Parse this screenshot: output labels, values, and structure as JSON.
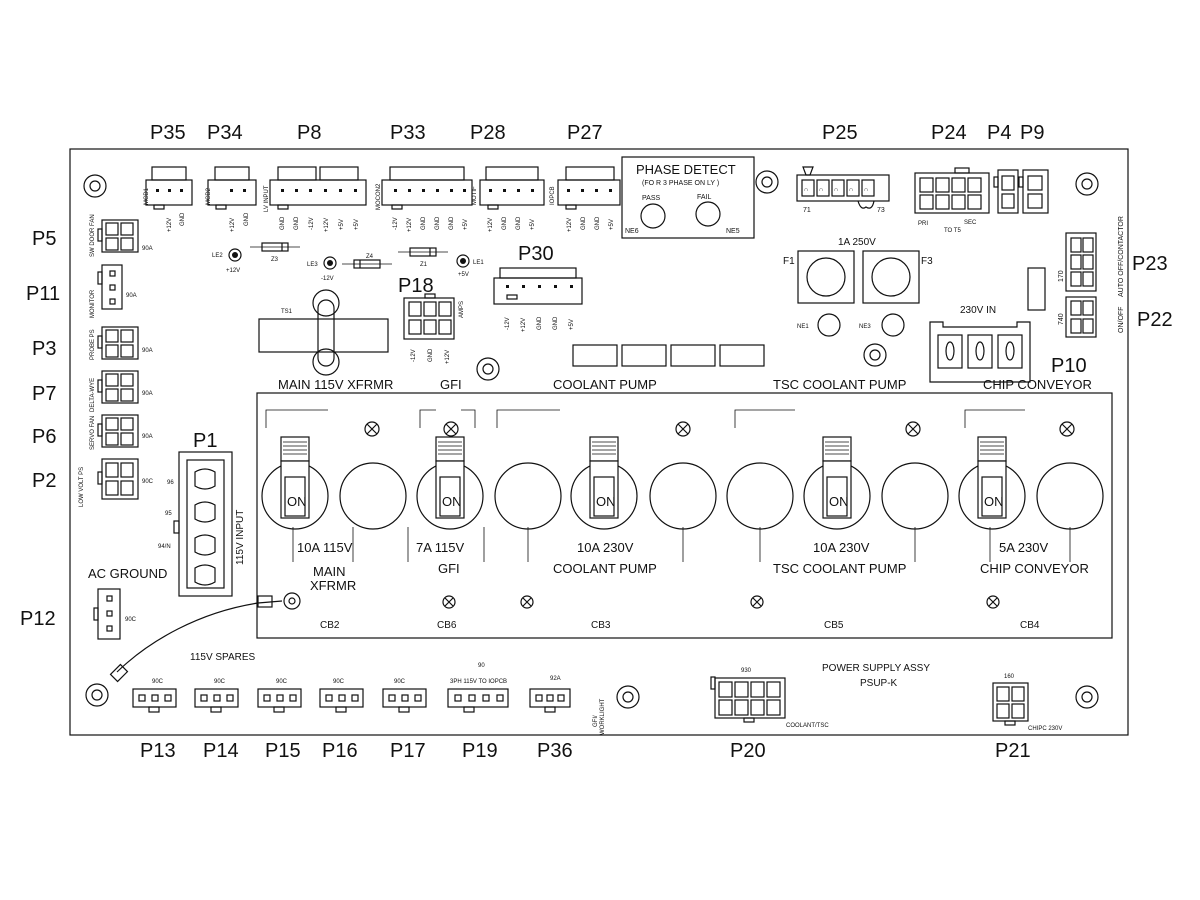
{
  "board": {
    "assembly_line1": "POWER SUPPLY ASSY",
    "assembly_line2": "PSUP-K"
  },
  "top_connectors": {
    "p35": {
      "ref": "P35",
      "label": "MCD1",
      "pins": [
        "+12V",
        "GND"
      ]
    },
    "p34": {
      "ref": "P34",
      "label": "MCD2",
      "pins": [
        "+12V",
        "GND"
      ]
    },
    "p8": {
      "ref": "P8",
      "label": "LV INPUT",
      "pins": [
        "GND",
        "GND",
        "-12V",
        "+12V",
        "+5V",
        "+5V"
      ]
    },
    "p33": {
      "ref": "P33",
      "label": "MOCON2",
      "pins": [
        "-12V",
        "+12V",
        "GND",
        "GND",
        "GND",
        "+5V"
      ]
    },
    "p28": {
      "ref": "P28",
      "label": "MOTIF",
      "pins": [
        "+12V",
        "GND",
        "GND",
        "+5V"
      ]
    },
    "p27": {
      "ref": "P27",
      "label": "IOPCB",
      "pins": [
        "+12V",
        "GND",
        "GND",
        "+5V"
      ]
    },
    "p25": {
      "ref": "P25",
      "wire_left": "71",
      "wire_right": "73"
    },
    "p24": {
      "ref": "P24",
      "pri": "PRI",
      "sec": "SEC",
      "to": "TO T5"
    },
    "p4": {
      "ref": "P4"
    },
    "p9": {
      "ref": "P9"
    }
  },
  "phase_detect": {
    "title": "PHASE DETECT",
    "subtitle": "(FO R 3  PHASE ON   LY )",
    "pass": "PASS",
    "fail": "FAIL",
    "ne6": "NE6",
    "ne5": "NE5"
  },
  "leds": {
    "le2": "LE2",
    "le2_v": "+12V",
    "le3": "LE3",
    "le3_v": "-12V",
    "le1": "LE1",
    "le1_v": "+5V",
    "z3": "Z3",
    "z4": "Z4",
    "z1": "Z1"
  },
  "p30": {
    "ref": "P30",
    "pins": [
      "-12V",
      "+12V",
      "GND",
      "GND",
      "+5V"
    ]
  },
  "p18": {
    "ref": "P18",
    "label": "AMPS",
    "pins": [
      "-12V",
      "GND",
      "+12V"
    ]
  },
  "fuses": {
    "rating": "1A 250V",
    "f1": "F1",
    "f3": "F3",
    "ne1": "NE1",
    "ne3": "NE3"
  },
  "ts1": "TS1",
  "p10": {
    "ref": "P10",
    "label": "230V IN"
  },
  "right_connectors": {
    "p23": {
      "ref": "P23",
      "wire": "170",
      "label": "AUTO OFF/CONTACTOR"
    },
    "p22": {
      "ref": "P22",
      "wire": "740",
      "label": "ON/OFF"
    }
  },
  "left_connectors": {
    "p5": {
      "ref": "P5",
      "label": "SW DOOR FAN",
      "wire": "90A"
    },
    "p11": {
      "ref": "P11",
      "label": "MONITOR",
      "wire": "90A"
    },
    "p3": {
      "ref": "P3",
      "label": "PROBE PS",
      "wire": "90A"
    },
    "p7": {
      "ref": "P7",
      "label": "DELTA-WYE",
      "wire": "90A"
    },
    "p6": {
      "ref": "P6",
      "label": "SERVO FAN",
      "wire": "90A"
    },
    "p2": {
      "ref": "P2",
      "label": "LOW VOLT PS",
      "wire": "90C"
    }
  },
  "p1": {
    "ref": "P1",
    "label": "115V INPUT",
    "wire_96": "96",
    "wire_95": "95",
    "wire_94": "94/N"
  },
  "ac_ground": "AC GROUND",
  "p12": {
    "ref": "P12",
    "wire": "90C"
  },
  "breaker_headers": {
    "main": "MAIN 115V XFRMR",
    "gfi": "GFI",
    "coolant": "COOLANT PUMP",
    "tsc": "TSC COOLANT PUMP",
    "chip": "CHIP CONVEYOR"
  },
  "breakers": [
    {
      "on": "ON",
      "rating": "10A 115V",
      "name_line1": "MAIN",
      "name_line2": "XFRMR",
      "cb": "CB2"
    },
    {
      "on": "ON",
      "rating": "7A 115V",
      "name_line1": "GFI",
      "name_line2": "",
      "cb": "CB6"
    },
    {
      "on": "ON",
      "rating": "10A 230V",
      "name_line1": "COOLANT PUMP",
      "name_line2": "",
      "cb": "CB3"
    },
    {
      "on": "ON",
      "rating": "10A 230V",
      "name_line1": "TSC COOLANT PUMP",
      "name_line2": "",
      "cb": "CB5"
    },
    {
      "on": "ON",
      "rating": "5A 230V",
      "name_line1": "CHIP CONVEYOR",
      "name_line2": "",
      "cb": "CB4"
    }
  ],
  "spares_label": "115V SPARES",
  "bottom_connectors": {
    "p13": {
      "ref": "P13",
      "wire": "90C"
    },
    "p14": {
      "ref": "P14",
      "wire": "90C"
    },
    "p15": {
      "ref": "P15",
      "wire": "90C"
    },
    "p16": {
      "ref": "P16",
      "wire": "90C"
    },
    "p17": {
      "ref": "P17",
      "wire": "90C"
    },
    "p19": {
      "ref": "P19",
      "wire": "90",
      "label": "3PH 115V  TO  IOPCB"
    },
    "p36": {
      "ref": "P36",
      "wire": "92A",
      "label_line1": "GFI/",
      "label_line2": "WORKLIGHT"
    },
    "p20": {
      "ref": "P20",
      "wire": "930",
      "label": "COOLANT/TSC"
    },
    "p21": {
      "ref": "P21",
      "wire": "160",
      "label": "CHIPC 230V"
    }
  }
}
